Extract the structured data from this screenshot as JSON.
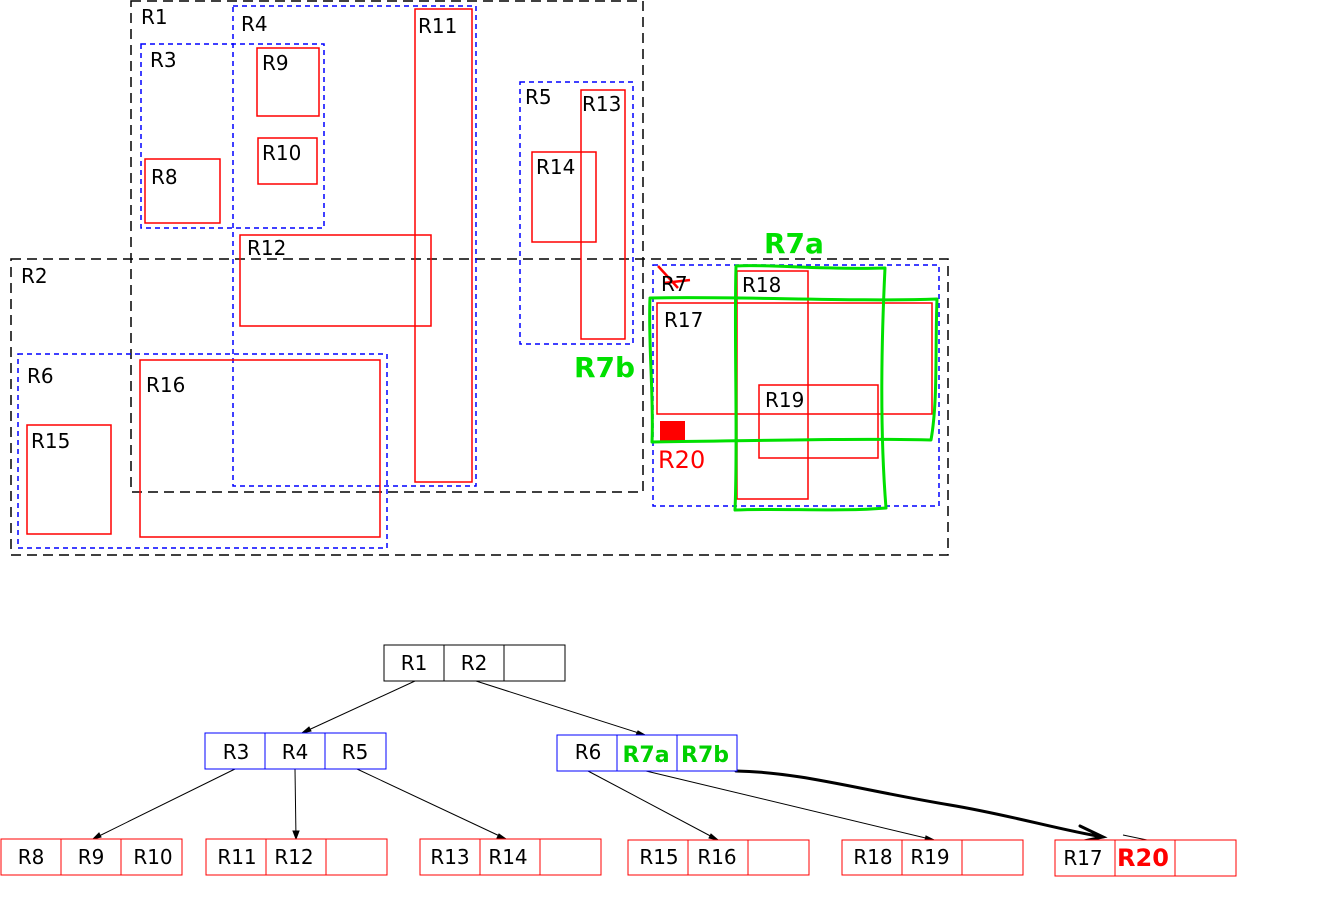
{
  "colors": {
    "level1": "#000000",
    "level2": "#0000ff",
    "leaf": "#ff0000",
    "split": "#00e000"
  },
  "diagram": {
    "rects": {
      "R1": "R1",
      "R2": "R2",
      "R3": "R3",
      "R4": "R4",
      "R5": "R5",
      "R6": "R6",
      "R7": "R7",
      "R8": "R8",
      "R9": "R9",
      "R10": "R10",
      "R11": "R11",
      "R12": "R12",
      "R13": "R13",
      "R14": "R14",
      "R15": "R15",
      "R16": "R16",
      "R17": "R17",
      "R18": "R18",
      "R19": "R19"
    },
    "split_labels": {
      "R7a": "R7a",
      "R7b": "R7b"
    },
    "new_entry": "R20"
  },
  "tree": {
    "root": [
      "R1",
      "R2",
      ""
    ],
    "level2_left": [
      "R3",
      "R4",
      "R5"
    ],
    "level2_right": [
      "R6",
      "R7a",
      "R7b"
    ],
    "leaves": [
      [
        "R8",
        "R9",
        "R10"
      ],
      [
        "R11",
        "R12",
        ""
      ],
      [
        "R13",
        "R14",
        ""
      ],
      [
        "R15",
        "R16",
        ""
      ],
      [
        "R18",
        "R19",
        ""
      ],
      [
        "R17",
        "R20",
        ""
      ]
    ]
  }
}
